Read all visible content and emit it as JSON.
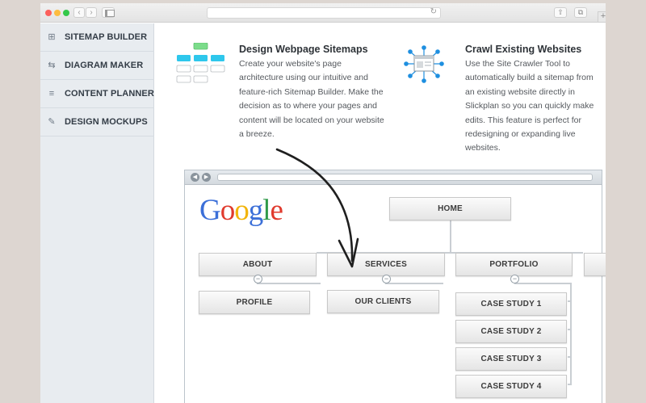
{
  "browser": {
    "back_glyph": "‹",
    "forward_glyph": "›",
    "reload_glyph": "↻",
    "share_glyph": "⇧",
    "tabs_glyph": "⧉",
    "newtab_glyph": "+"
  },
  "sidebar": {
    "items": [
      {
        "label": "SITEMAP BUILDER",
        "icon": "sitemap-icon",
        "glyph": "⊞"
      },
      {
        "label": "DIAGRAM MAKER",
        "icon": "diagram-icon",
        "glyph": "⇆"
      },
      {
        "label": "CONTENT PLANNER",
        "icon": "content-planner-icon",
        "glyph": "≡"
      },
      {
        "label": "DESIGN MOCKUPS",
        "icon": "design-mockups-icon",
        "glyph": "✎"
      }
    ]
  },
  "features": [
    {
      "title": "Design Webpage Sitemaps",
      "text": "Create your website's page architecture using our intuitive and feature-rich Sitemap Builder. Make the decision as to where your pages and content will be located on your website a breeze.",
      "icon": "sitemap-diagram-icon"
    },
    {
      "title": "Crawl Existing Websites",
      "text": "Use the Site Crawler Tool to automatically build a sitemap from an existing website directly in Slickplan so you can quickly make edits. This feature is perfect for redesigning or expanding live websites.",
      "icon": "site-crawler-icon"
    }
  ],
  "mockup": {
    "logo": {
      "letters": [
        "G",
        "o",
        "o",
        "g",
        "l",
        "e"
      ],
      "colors": [
        "#3b6fd8",
        "#e03a2d",
        "#f2b40a",
        "#3b6fd8",
        "#2f9a49",
        "#e03a2d"
      ]
    },
    "collapse_glyph": "−",
    "home": "HOME",
    "about": "ABOUT",
    "services": "SERVICES",
    "portfolio": "PORTFOLIO",
    "profile": "PROFILE",
    "our_clients": "OUR CLIENTS",
    "case_studies": [
      "CASE STUDY 1",
      "CASE STUDY 2",
      "CASE STUDY 3",
      "CASE STUDY 4"
    ]
  },
  "colors": {
    "sitemap_cyan": "#2ec7ec",
    "sitemap_green": "#7bdc8a",
    "crawler_blue": "#1e8fe0"
  }
}
